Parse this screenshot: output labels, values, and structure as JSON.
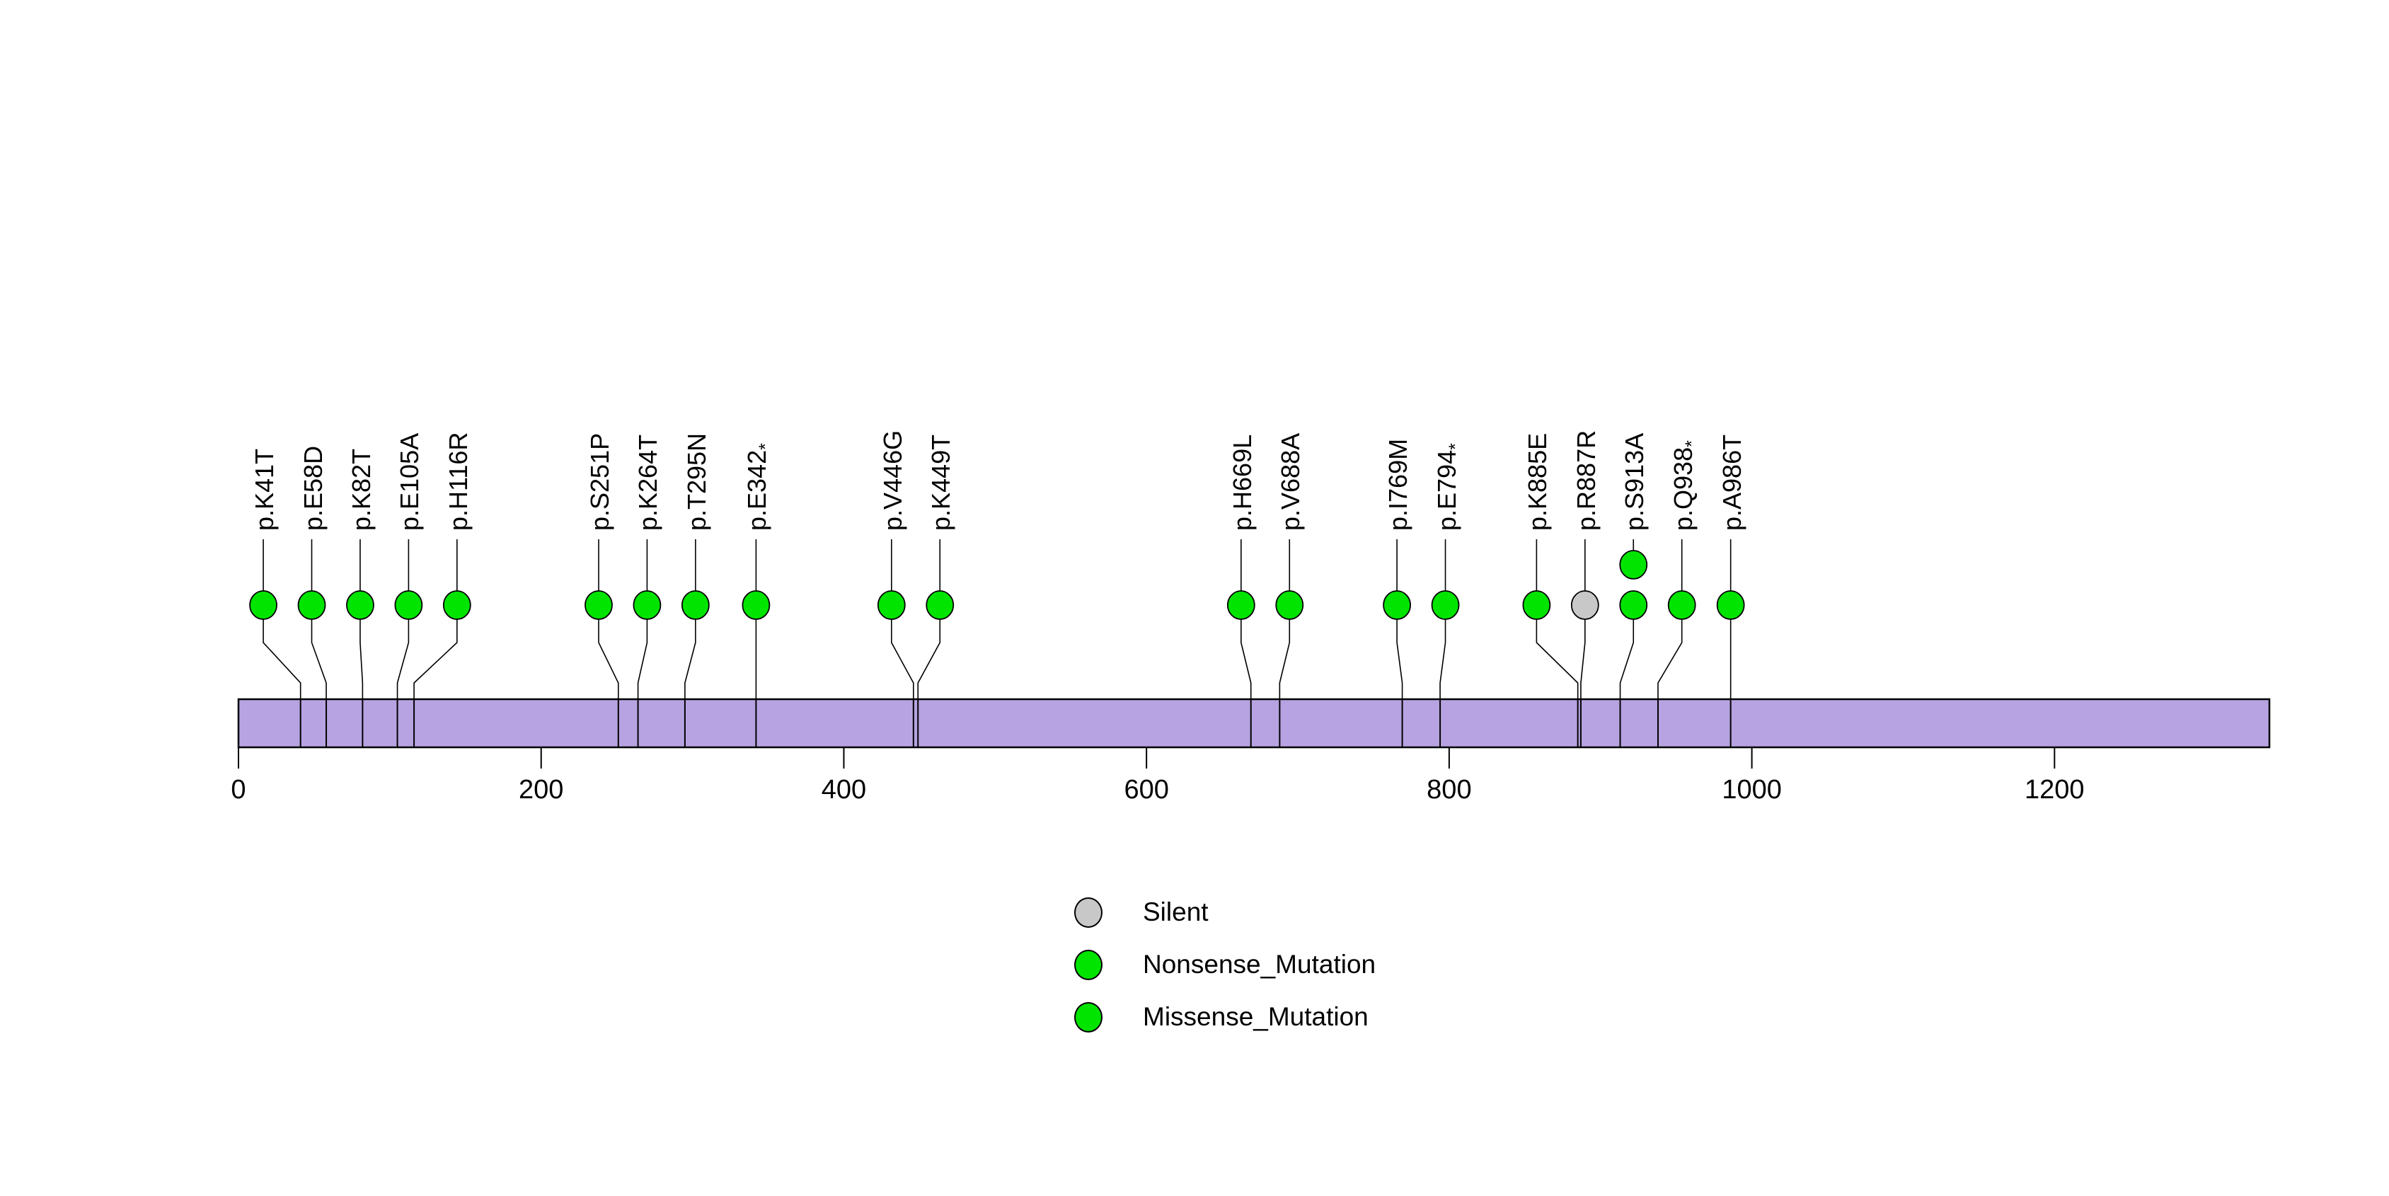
{
  "chart_data": {
    "type": "lollipop",
    "title": "",
    "protein_length": 1342,
    "axis": {
      "ticks": [
        0,
        200,
        400,
        600,
        800,
        1000,
        1200
      ],
      "domain": [
        0,
        1342
      ]
    },
    "colors": {
      "Silent": "#C8C8C8",
      "Nonsense_Mutation": "#00E400",
      "Missense_Mutation": "#00E400",
      "protein_bar": "#B7A3E1",
      "outline": "#000000"
    },
    "legend": [
      {
        "label": "Silent",
        "type": "Silent"
      },
      {
        "label": "Nonsense_Mutation",
        "type": "Nonsense_Mutation"
      },
      {
        "label": "Missense_Mutation",
        "type": "Missense_Mutation"
      }
    ],
    "mutations": [
      {
        "label": "p.K41T",
        "suffix": "",
        "position": 41,
        "type": "Missense_Mutation",
        "count": 1
      },
      {
        "label": "p.E58D",
        "suffix": "",
        "position": 58,
        "type": "Missense_Mutation",
        "count": 1
      },
      {
        "label": "p.K82T",
        "suffix": "",
        "position": 82,
        "type": "Missense_Mutation",
        "count": 1
      },
      {
        "label": "p.E105A",
        "suffix": "",
        "position": 105,
        "type": "Missense_Mutation",
        "count": 1
      },
      {
        "label": "p.H116R",
        "suffix": "",
        "position": 116,
        "type": "Missense_Mutation",
        "count": 1
      },
      {
        "label": "p.S251P",
        "suffix": "",
        "position": 251,
        "type": "Missense_Mutation",
        "count": 1
      },
      {
        "label": "p.K264T",
        "suffix": "",
        "position": 264,
        "type": "Missense_Mutation",
        "count": 1
      },
      {
        "label": "p.T295N",
        "suffix": "",
        "position": 295,
        "type": "Missense_Mutation",
        "count": 1
      },
      {
        "label": "p.E342",
        "suffix": "*",
        "position": 342,
        "type": "Nonsense_Mutation",
        "count": 1
      },
      {
        "label": "p.V446G",
        "suffix": "",
        "position": 446,
        "type": "Missense_Mutation",
        "count": 1
      },
      {
        "label": "p.K449T",
        "suffix": "",
        "position": 449,
        "type": "Missense_Mutation",
        "count": 1
      },
      {
        "label": "p.H669L",
        "suffix": "",
        "position": 669,
        "type": "Missense_Mutation",
        "count": 1
      },
      {
        "label": "p.V688A",
        "suffix": "",
        "position": 688,
        "type": "Missense_Mutation",
        "count": 1
      },
      {
        "label": "p.I769M",
        "suffix": "",
        "position": 769,
        "type": "Missense_Mutation",
        "count": 1
      },
      {
        "label": "p.E794",
        "suffix": "*",
        "position": 794,
        "type": "Nonsense_Mutation",
        "count": 1
      },
      {
        "label": "p.K885E",
        "suffix": "",
        "position": 885,
        "type": "Missense_Mutation",
        "count": 1
      },
      {
        "label": "p.R887R",
        "suffix": "",
        "position": 887,
        "type": "Silent",
        "count": 1
      },
      {
        "label": "p.S913A",
        "suffix": "",
        "position": 913,
        "type": "Missense_Mutation",
        "count": 2
      },
      {
        "label": "p.Q938",
        "suffix": "*",
        "position": 938,
        "type": "Nonsense_Mutation",
        "count": 1
      },
      {
        "label": "p.A986T",
        "suffix": "",
        "position": 986,
        "type": "Missense_Mutation",
        "count": 1
      }
    ]
  }
}
